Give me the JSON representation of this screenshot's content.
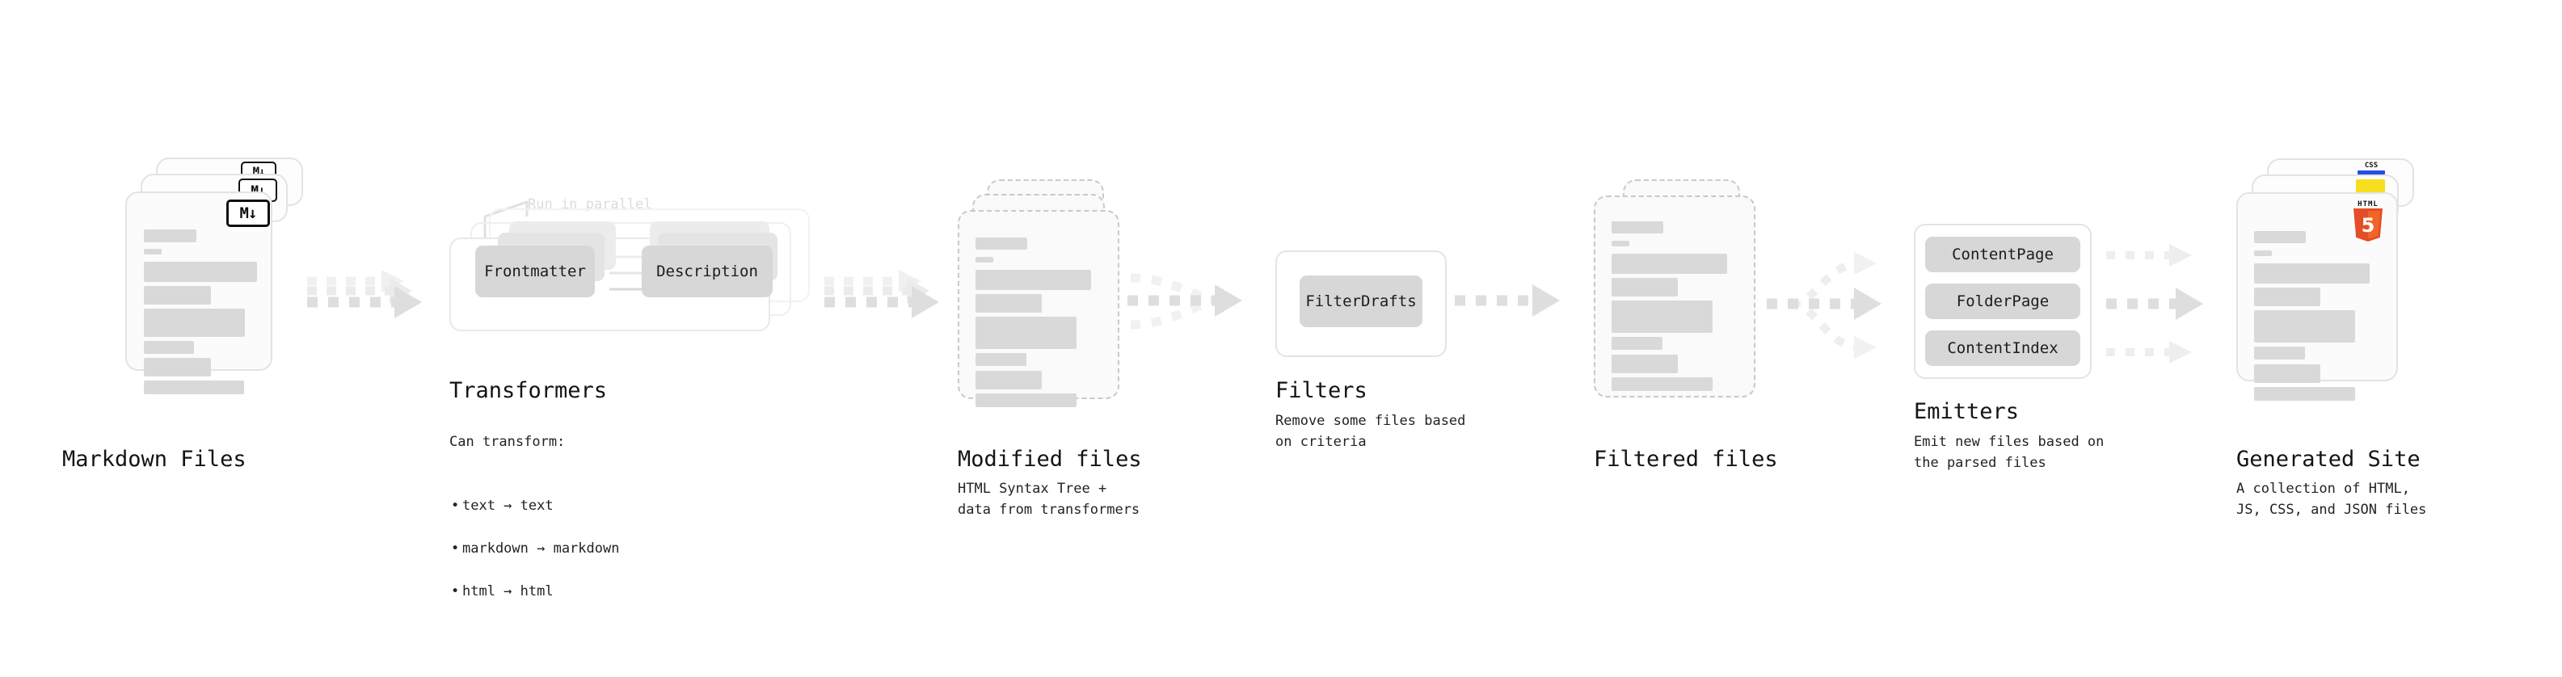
{
  "diagram": {
    "title_text": "",
    "accent_colors": {
      "ink": "#141414",
      "bar_fill": "#d9d9d9",
      "chip_fill": "#d7d7d7",
      "arrow_fill": "#dcdcdc",
      "dashed_border": "#c9c9c9",
      "html5_orange": "#e44d26",
      "html5_orange_light": "#f16529",
      "js_yellow": "#f7df1e",
      "css_blue": "#264de4"
    }
  },
  "stages": [
    {
      "id": "markdown-files",
      "title": "Markdown Files",
      "description": "",
      "badge": "markdown-icon",
      "badge_text": "M↓"
    },
    {
      "id": "transformers",
      "title": "Transformers",
      "description": "Can transform:",
      "bullets": [
        "text → text",
        "markdown → markdown",
        "html → html"
      ],
      "parallel_note": "Run in parallel",
      "chips": [
        "Frontmatter",
        "Description"
      ]
    },
    {
      "id": "modified-files",
      "title": "Modified files",
      "description": "HTML Syntax Tree +\ndata from transformers"
    },
    {
      "id": "filters",
      "title": "Filters",
      "description": "Remove some files based\non criteria",
      "chips": [
        "FilterDrafts"
      ]
    },
    {
      "id": "filtered-files",
      "title": "Filtered files",
      "description": ""
    },
    {
      "id": "emitters",
      "title": "Emitters",
      "description": "Emit new files based on\nthe parsed files",
      "chips": [
        "ContentPage",
        "FolderPage",
        "ContentIndex"
      ]
    },
    {
      "id": "generated-site",
      "title": "Generated Site",
      "description": "A collection of HTML,\nJS, CSS, and JSON files",
      "badge": "html5-icon",
      "badge_text": "HTML",
      "badge_number": "5",
      "secondary_badges": [
        "js-icon",
        "css-icon"
      ],
      "css_badge_text": "CSS"
    }
  ],
  "connectors": [
    {
      "id": "md-to-transformers",
      "kind": "dashed-arrow-multi"
    },
    {
      "id": "transformers-to-modified",
      "kind": "dashed-arrow-multi"
    },
    {
      "id": "modified-to-filters",
      "kind": "dashed-arrow-converge"
    },
    {
      "id": "filters-to-filtered",
      "kind": "dashed-arrow"
    },
    {
      "id": "filtered-to-emitters",
      "kind": "dashed-arrow-diverge"
    },
    {
      "id": "emitters-to-site",
      "kind": "dashed-arrow-triple"
    }
  ]
}
